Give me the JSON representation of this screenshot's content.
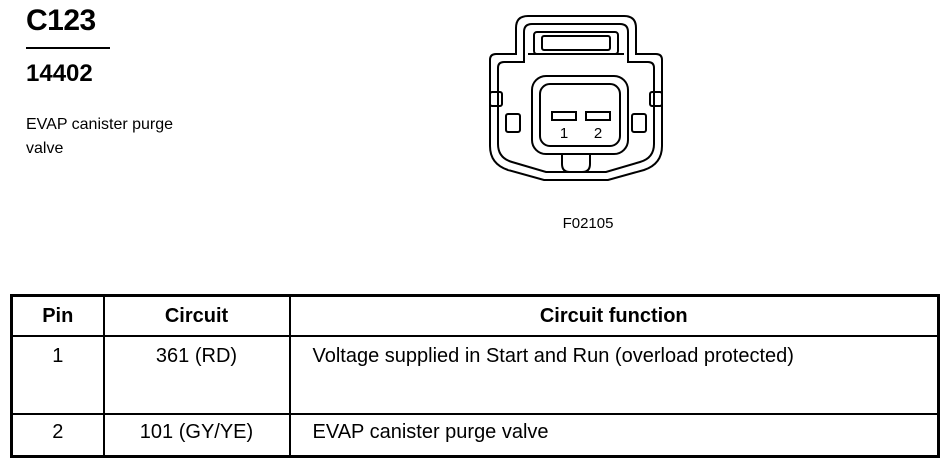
{
  "header": {
    "connector_id": "C123",
    "part_number": "14402",
    "description": "EVAP canister purge valve"
  },
  "diagram": {
    "pin_labels": [
      "1",
      "2"
    ],
    "figure_code": "F02105"
  },
  "table": {
    "columns": [
      "Pin",
      "Circuit",
      "Circuit function"
    ],
    "rows": [
      {
        "pin": "1",
        "circuit": "361 (RD)",
        "function": "Voltage supplied in Start and Run (overload protected)"
      },
      {
        "pin": "2",
        "circuit": "101 (GY/YE)",
        "function": "EVAP canister purge valve"
      }
    ]
  }
}
